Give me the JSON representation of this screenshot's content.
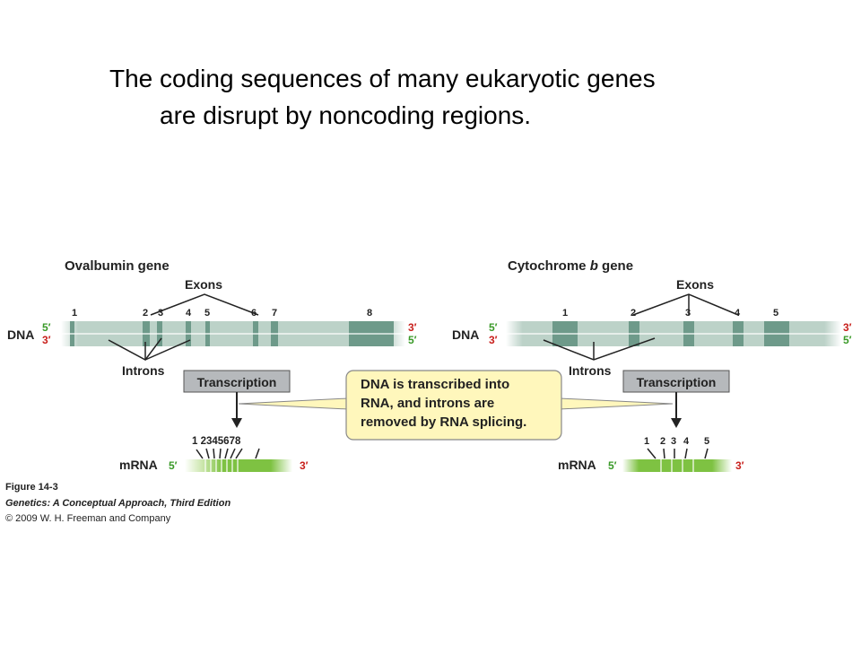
{
  "title": {
    "line1": "The coding sequences of many eukaryotic genes",
    "line2": "are disrupt by noncoding regions."
  },
  "figure": {
    "left_gene": {
      "name": "Ovalbumin gene",
      "exons_label": "Exons",
      "introns_label": "Introns",
      "exon_numbers": [
        "1",
        "2",
        "3",
        "4",
        "5",
        "6",
        "7",
        "8"
      ],
      "transcription_label": "Transcription",
      "mrna_exon_numbers": "1 2345678",
      "mrna_label": "mRNA"
    },
    "right_gene": {
      "name_prefix": "Cytochrome ",
      "name_italic": "b",
      "name_suffix": " gene",
      "exons_label": "Exons",
      "introns_label": "Introns",
      "exon_numbers": [
        "1",
        "2",
        "3",
        "4",
        "5"
      ],
      "transcription_label": "Transcription",
      "mrna_exon_numbers": [
        "1",
        "2",
        "3",
        "4",
        "5"
      ],
      "mrna_label": "mRNA"
    },
    "dna_label": "DNA",
    "five_prime": "5′",
    "three_prime": "3′",
    "callout": {
      "line1": "DNA is transcribed into",
      "line2": "RNA, and introns are",
      "line3": "removed by RNA splicing."
    },
    "credit": {
      "figure": "Figure 14-3",
      "book": "Genetics: A Conceptual Approach, Third Edition",
      "copyright": "© 2009 W. H. Freeman and Company"
    },
    "colors": {
      "dna_bar": "#bcd2c8",
      "exon": "#6e9a8a",
      "mrna_green": "#7ec242",
      "box_gray": "#b6b9bc",
      "callout_yellow": "#fff7bc"
    }
  }
}
